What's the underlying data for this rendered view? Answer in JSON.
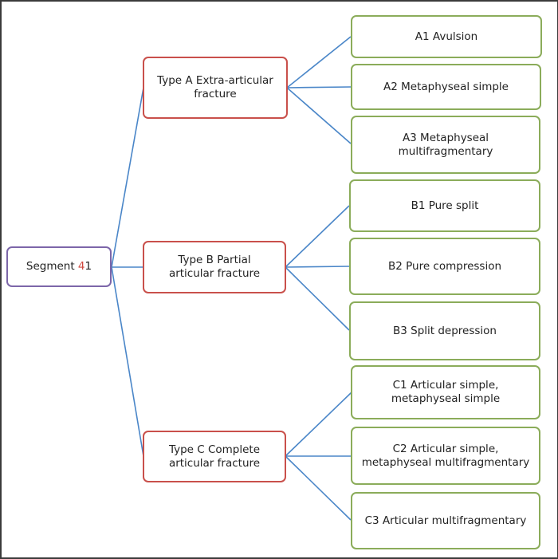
{
  "colors": {
    "root_border": "#7c66a9",
    "type_border": "#c9504b",
    "subtype_border": "#8bac5a",
    "connector": "#4a86c8",
    "accent_digit": "#d0483f"
  },
  "root": {
    "label_prefix": "Segment ",
    "label_accent": "4",
    "label_suffix": "1"
  },
  "types": [
    {
      "label": "Type A Extra-articular fracture",
      "children": [
        "A1 Avulsion",
        "A2 Metaphyseal simple",
        "A3 Metaphyseal multifragmentary"
      ]
    },
    {
      "label": "Type B Partial articular fracture",
      "children": [
        "B1 Pure split",
        "B2 Pure compression",
        "B3 Split depression"
      ]
    },
    {
      "label": "Type C Complete articular fracture",
      "children": [
        "C1 Articular simple, metaphyseal simple",
        "C2 Articular simple, metaphyseal multifragmentary",
        "C3 Articular multifragmentary"
      ]
    }
  ]
}
